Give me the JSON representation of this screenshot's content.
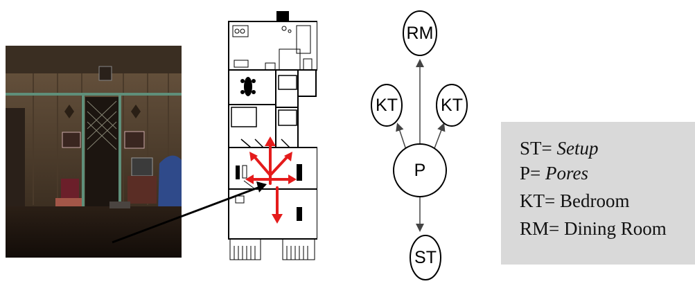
{
  "graph": {
    "nodes": {
      "rm": "RM",
      "kt_left": "KT",
      "kt_right": "KT",
      "p": "P",
      "st": "ST"
    }
  },
  "legend": {
    "items": [
      {
        "abbr": "ST=",
        "term": "Setup",
        "italic": true
      },
      {
        "abbr": "P=",
        "term": "Pores",
        "italic": true
      },
      {
        "abbr": "KT=",
        "term": "Bedroom",
        "italic": false
      },
      {
        "abbr": "RM=",
        "term": "Dining Room",
        "italic": false
      }
    ]
  },
  "colors": {
    "circulation_arrows": "#e41b1b",
    "legend_background": "#d9d9d9",
    "outline": "#000000"
  }
}
